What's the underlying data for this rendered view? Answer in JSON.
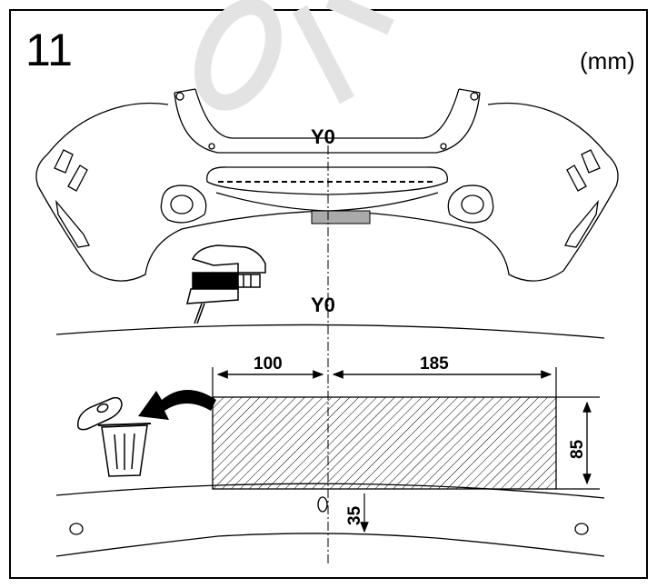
{
  "step": "11",
  "unit": "(mm)",
  "axis_label_top": "Y0",
  "axis_label_bottom": "Y0",
  "dimensions": {
    "left_of_axis": "100",
    "right_of_axis": "185",
    "height": "85",
    "offset_from_edge": "35"
  },
  "colors": {
    "line": "#000000",
    "watermark": "#e3e3e3",
    "cutout_fill": "#ffffff"
  },
  "icons": [
    "jigsaw-icon",
    "trash-bin-icon",
    "discard-arrow-icon"
  ]
}
